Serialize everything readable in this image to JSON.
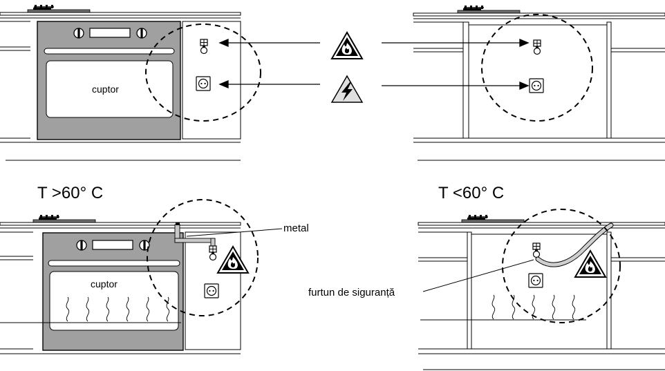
{
  "labels": {
    "oven_top": "cuptor",
    "oven_bottom": "cuptor",
    "temp_high": "T >60° C",
    "temp_low": "T <60° C",
    "metal": "metal",
    "safety_hose": "furtun de siguranță"
  },
  "icons": {
    "gas_warning": "flame-warning-icon",
    "electric_warning": "high-voltage-warning-icon",
    "gas_valve": "gas-valve-icon",
    "socket": "power-socket-icon"
  },
  "colors": {
    "oven_fill": "#a0a0a0",
    "line": "#000000",
    "warning_fill": "#e0e0e0"
  }
}
